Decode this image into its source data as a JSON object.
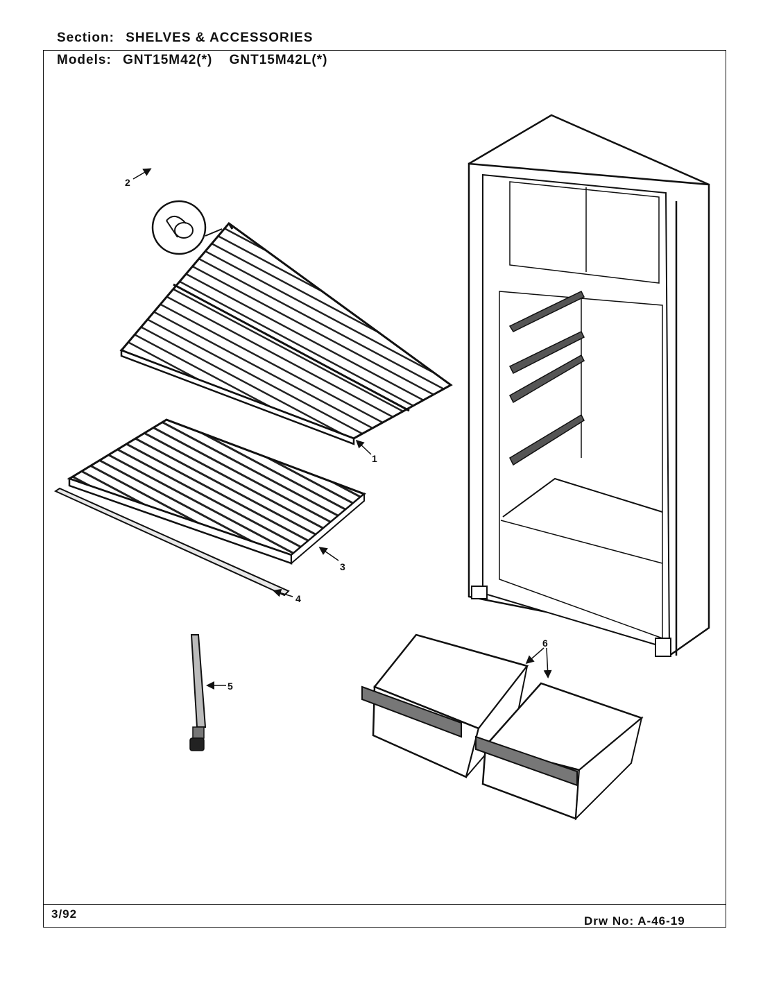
{
  "header": {
    "section_label": "Section:",
    "section_value": "SHELVES & ACCESSORIES",
    "models_label": "Models:",
    "model_1": "GNT15M42(*)",
    "model_2": "GNT15M42L(*)"
  },
  "callouts": [
    "1",
    "2",
    "3",
    "4",
    "5",
    "6"
  ],
  "footer": {
    "date": "3/92",
    "drawing_number": "Drw No: A-46-19"
  }
}
